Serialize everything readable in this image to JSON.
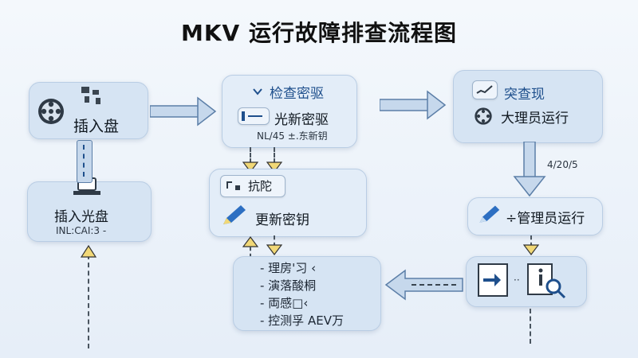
{
  "title": "MKV 运行故障排查流程图",
  "nodes": {
    "insert_disk": {
      "label": "插入盘"
    },
    "check_driver": {
      "header": "检查密驱",
      "button": "光新密驱",
      "sub": "NL/45 ±.东新钥"
    },
    "sudden_check": {
      "header": "突查现",
      "label": "大理员运行"
    },
    "insert_cd": {
      "label": "插入光盘",
      "sub": "INL:CAI:3 -"
    },
    "fix": {
      "button": "抗陀",
      "label": "更新密钥"
    },
    "admin_run": {
      "label": "÷管理员运行"
    },
    "steps": {
      "items": [
        "- 理房'习 ‹",
        "- 演落酸桐",
        "- 両感□‹",
        "- 控测孚 AEV万"
      ]
    },
    "side_note": "4/20/5"
  },
  "icons": {
    "insert_disk": "film-reel-icon",
    "check_driver_chevron": "chevron-down-icon",
    "check_driver_button": "drive-icon",
    "sudden_check": "chart-icon",
    "sudden_check_reel": "film-reel-icon",
    "fix_button": "tool-icon",
    "fix_pen": "pencil-icon",
    "admin_run": "pencil-icon",
    "final_doc": "document-icon",
    "final_search": "magnifier-icon"
  }
}
